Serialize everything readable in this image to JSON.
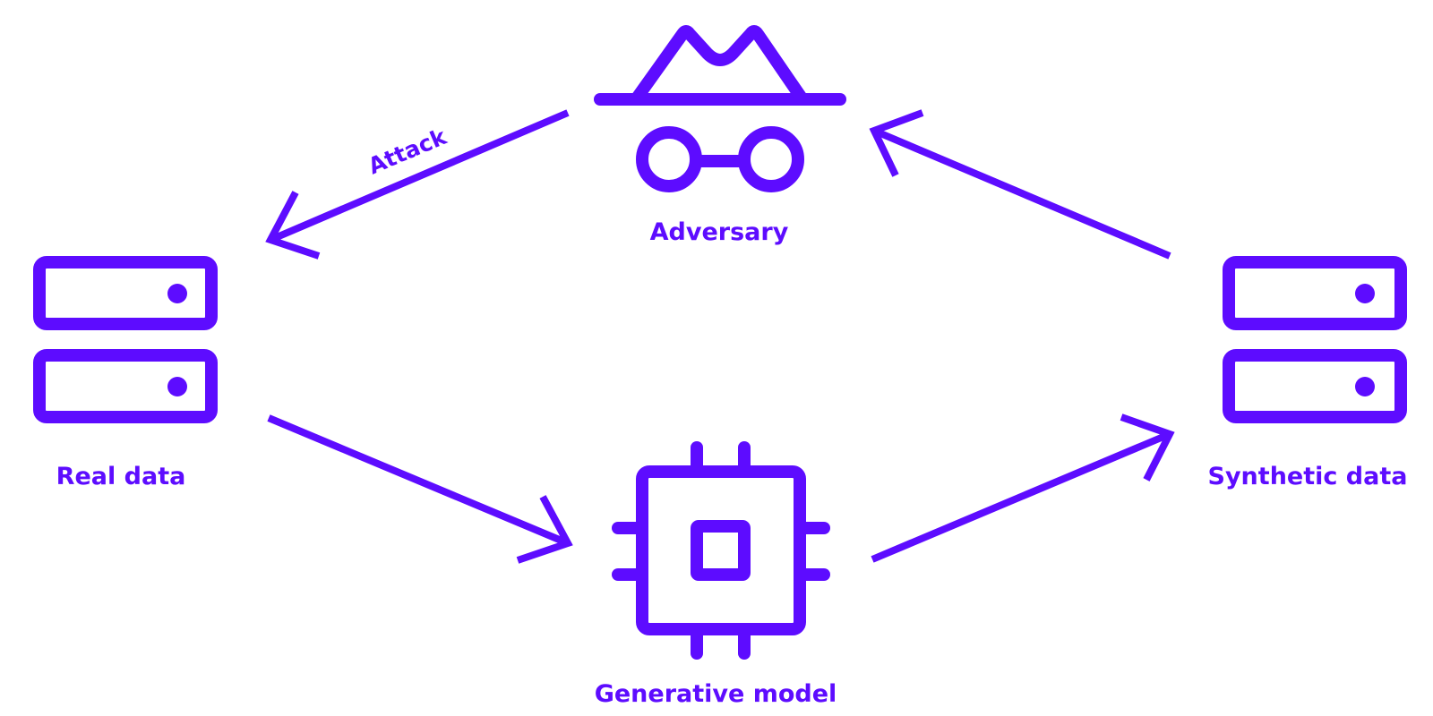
{
  "diagram": {
    "accent_color": "#5d0cff",
    "background_color": "#ffffff",
    "nodes": {
      "adversary": {
        "label": "Adversary",
        "icon": "incognito-spy-icon"
      },
      "real_data": {
        "label": "Real data",
        "icon": "database-server-icon"
      },
      "generative_model": {
        "label": "Generative model",
        "icon": "cpu-chip-icon"
      },
      "synthetic_data": {
        "label": "Synthetic data",
        "icon": "database-server-icon"
      }
    },
    "edges": [
      {
        "from": "adversary",
        "to": "real_data",
        "label": "Attack"
      },
      {
        "from": "real_data",
        "to": "generative_model",
        "label": ""
      },
      {
        "from": "generative_model",
        "to": "synthetic_data",
        "label": ""
      },
      {
        "from": "synthetic_data",
        "to": "adversary",
        "label": ""
      }
    ]
  }
}
